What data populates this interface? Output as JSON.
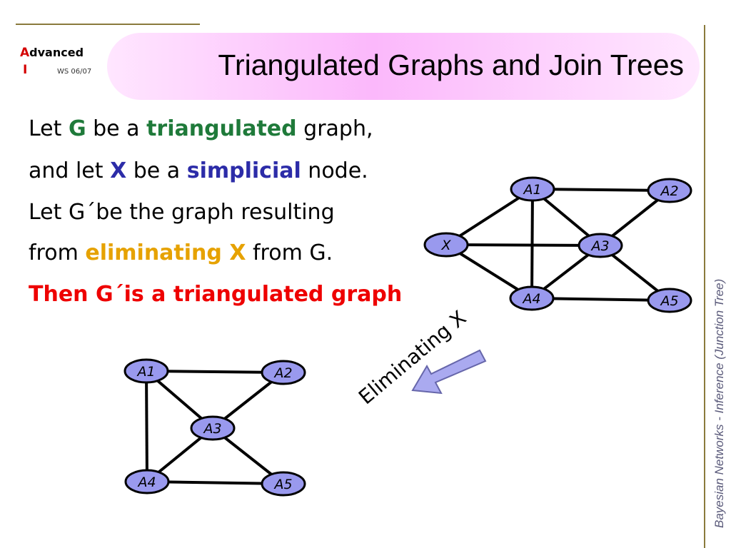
{
  "header": {
    "logo_a": "A",
    "logo_rest": "dvanced",
    "logo_i": "I",
    "logo_term": "WS 06/07",
    "title": "Triangulated Graphs and Join Trees"
  },
  "body": {
    "line1": {
      "pre": "Let ",
      "g": "G",
      "mid": " be a ",
      "tri": "triangulated",
      "post": " graph,"
    },
    "line2": {
      "pre": "and let ",
      "x": "X",
      "mid": " be a ",
      "simp": "simplicial",
      "post": " node."
    },
    "line3": "Let G´be the graph resulting",
    "line4": {
      "pre": "from ",
      "elim": "eliminating X",
      "post": " from G."
    },
    "line5": "Then G´is a triangulated graph"
  },
  "arrow_label": "Eliminating X",
  "footer_vertical": "Bayesian Networks  - Inference (Junction Tree)",
  "colors": {
    "node_fill": "#9999ee",
    "edge": "#000000",
    "arrow_fill": "#aaaaf0",
    "title_gradient": "#fbb8fb",
    "green": "#1f7a3a",
    "blue": "#2c2ca8",
    "yellow": "#e6a200",
    "red": "#ee0000"
  },
  "graphs": {
    "before": {
      "nodes": [
        "A1",
        "A2",
        "X",
        "A3",
        "A4",
        "A5"
      ],
      "edges": [
        [
          "A1",
          "A2"
        ],
        [
          "A1",
          "X"
        ],
        [
          "A1",
          "A3"
        ],
        [
          "A1",
          "A4"
        ],
        [
          "A2",
          "A3"
        ],
        [
          "X",
          "A3"
        ],
        [
          "X",
          "A4"
        ],
        [
          "A3",
          "A4"
        ],
        [
          "A3",
          "A5"
        ],
        [
          "A4",
          "A5"
        ]
      ]
    },
    "after": {
      "nodes": [
        "A1",
        "A2",
        "A3",
        "A4",
        "A5"
      ],
      "edges": [
        [
          "A1",
          "A2"
        ],
        [
          "A1",
          "A3"
        ],
        [
          "A1",
          "A4"
        ],
        [
          "A2",
          "A3"
        ],
        [
          "A3",
          "A4"
        ],
        [
          "A3",
          "A5"
        ],
        [
          "A4",
          "A5"
        ]
      ]
    }
  }
}
